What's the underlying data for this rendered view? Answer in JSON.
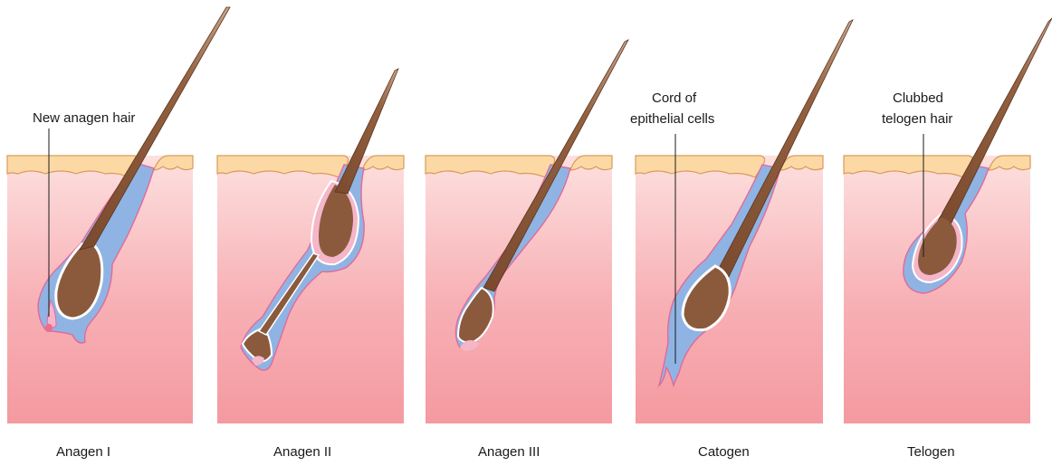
{
  "stages": [
    {
      "label": "Anagen I"
    },
    {
      "label": "Anagen II"
    },
    {
      "label": "Anagen III"
    },
    {
      "label": "Catogen"
    },
    {
      "label": "Telogen"
    }
  ],
  "annotations": {
    "new_anagen_hair": "New anagen hair",
    "cord_line1": "Cord of",
    "cord_line2": "epithelial cells",
    "clubbed_line1": "Clubbed",
    "clubbed_line2": "telogen hair"
  },
  "colors": {
    "skin_top": "#fbd9d9",
    "skin_bottom": "#f49aa0",
    "epidermis": "#fcd9a4",
    "epidermis_line": "#e0a55a",
    "hair": "#8b5a3c",
    "hair_outline": "#5a3520",
    "sheath": "#8fb4e3",
    "sheath_outline": "#e06a9a",
    "papilla": "#f4b6c8"
  }
}
